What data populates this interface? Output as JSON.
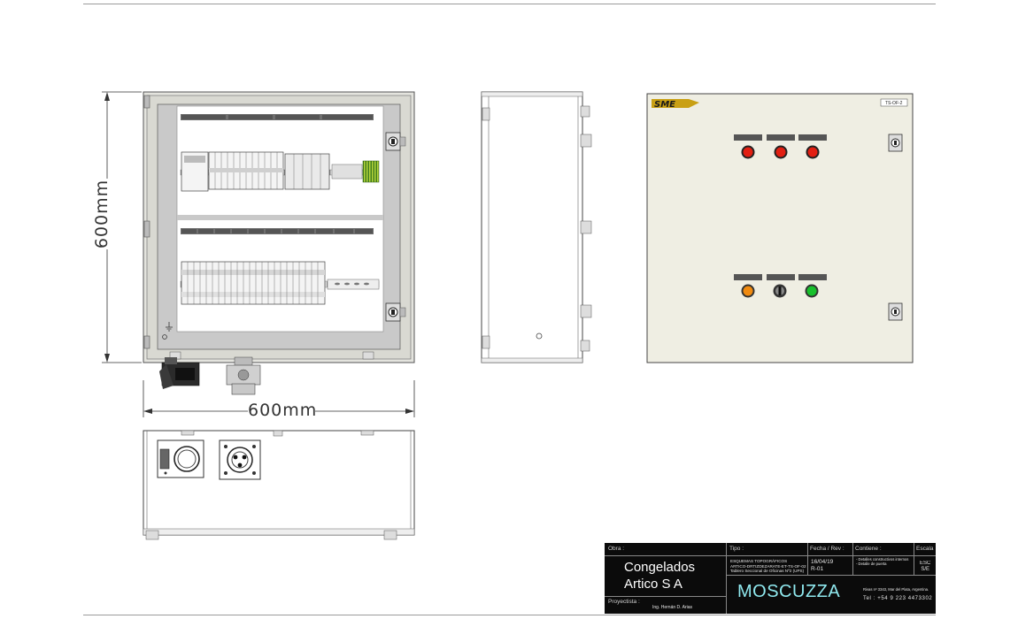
{
  "dimensions": {
    "height_label": "600mm",
    "width_label": "600mm"
  },
  "front_view": {
    "top_rail_labels": [
      "",
      "",
      "",
      ""
    ],
    "bottom_rail_labels": [
      "",
      "",
      "",
      "",
      "",
      "",
      "",
      "",
      "",
      "",
      ""
    ]
  },
  "door_view": {
    "logo_text": "SME",
    "tag": "TS-OF-2",
    "lamp_colors": [
      "#e21f12",
      "#e21f12",
      "#e21f12"
    ],
    "bottom_colors": [
      "#f08a10",
      "#333333",
      "#18c02c"
    ]
  },
  "title_block": {
    "obra_label": "Obra :",
    "obra_value": "Congelados\nArtico S A",
    "proyectista_label": "Proyectista :",
    "proyectista_value": "Ing. Hernán D. Arias",
    "tipo_label": "Tipo :",
    "tipo_value": "ESQUEMAS TOPOGRÁFICOS\nARTICO-DRTIZDEZARATE-ET-TS-OF-02\nTablero Seccional de Oficinas Nº2 (UPS)",
    "brand": "MOSCUZZA",
    "fecha_label": "Fecha / Rev :",
    "fecha_value": "16/04/19\nR-01",
    "contiene_label": "Contiene :",
    "contiene_value": "- Detalles constructivos internos\n- Detalle de puerta",
    "address": "Rivas nº 3343, Mar del Plata, Argentina.",
    "phone": "Tel : +54 9 223 4473302",
    "escala_label": "Escala",
    "escala_value": "ESC\nS/E"
  }
}
